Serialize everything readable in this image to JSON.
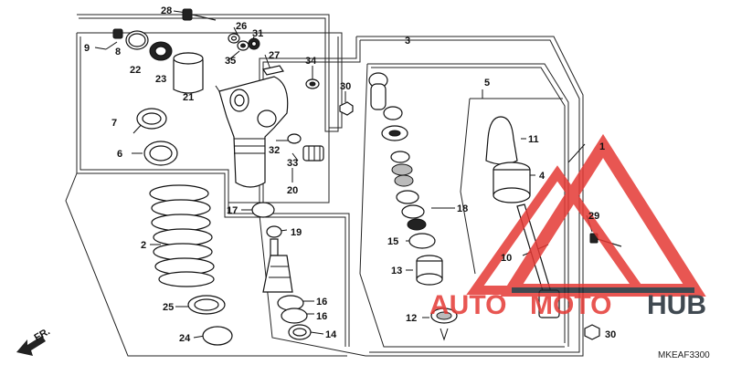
{
  "diagram": {
    "code": "MKEAF3300",
    "direction_label": "FR.",
    "part_numbers": [
      "28",
      "26",
      "31",
      "27",
      "34",
      "30",
      "3",
      "9",
      "8",
      "22",
      "23",
      "35",
      "21",
      "7",
      "6",
      "32",
      "33",
      "20",
      "17",
      "2",
      "19",
      "25",
      "24",
      "16",
      "16",
      "14",
      "1",
      "5",
      "11",
      "4",
      "18",
      "15",
      "13",
      "12",
      "29",
      "10",
      "30"
    ]
  },
  "watermark": {
    "auto": "AUTO",
    "moto": "MOTO",
    "hub": "HUB",
    "accent_color": "#e53935",
    "dark_color": "#1f2a33"
  }
}
